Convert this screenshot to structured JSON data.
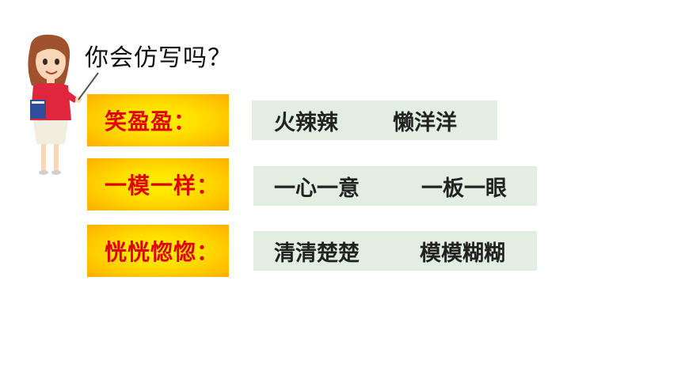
{
  "question": "你会仿写吗？",
  "rows": [
    {
      "label": "笑盈盈：",
      "answers": [
        "火辣辣",
        "懒洋洋"
      ]
    },
    {
      "label": "一模一样：",
      "answers": [
        "一心一意",
        "一板一眼"
      ]
    },
    {
      "label": "恍恍惚惚：",
      "answers": [
        "清清楚楚",
        "模模糊糊"
      ]
    }
  ],
  "colors": {
    "label_text": "#e10000",
    "label_bg": "#ffd500",
    "answer_bg": "#e3eee3"
  },
  "icons": [
    "teacher-illustration"
  ]
}
